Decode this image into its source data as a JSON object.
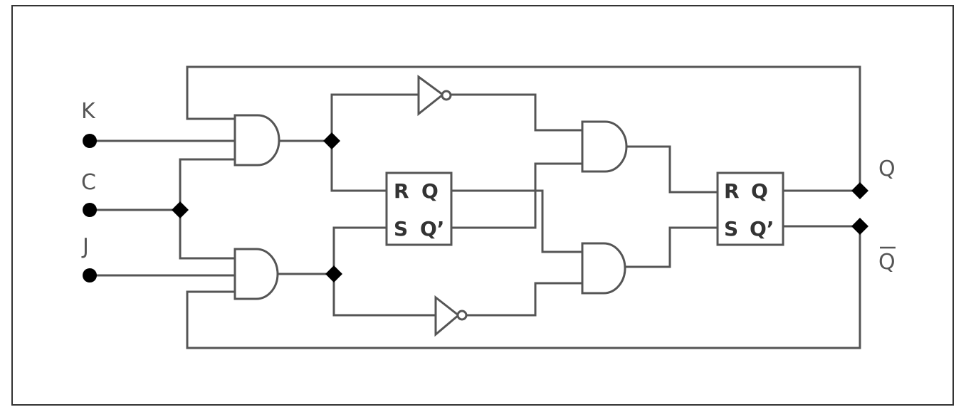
{
  "inputs": {
    "k": "K",
    "c": "C",
    "j": "J"
  },
  "outputs": {
    "q": "Q",
    "q_bar": "Q"
  },
  "flipflop_master": {
    "r": "R",
    "q": "Q",
    "s": "S",
    "qp": "Q’"
  },
  "flipflop_slave": {
    "r": "R",
    "q": "Q",
    "s": "S",
    "qp": "Q’"
  },
  "colors": {
    "wire": "#555555",
    "node": "#000000",
    "background": "#ffffff"
  }
}
